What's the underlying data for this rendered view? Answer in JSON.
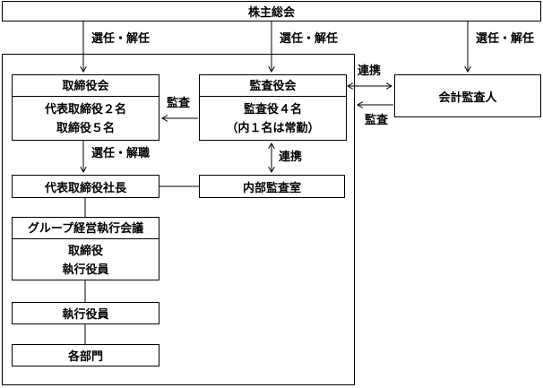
{
  "palette": {
    "line": "#000000",
    "text": "#000000",
    "background": "#ffffff"
  },
  "nodes": {
    "shareholders": {
      "label": "株主総会"
    },
    "board_of_directors": {
      "title": "取締役会",
      "line1": "代表取締役２名",
      "line2": "取締役５名"
    },
    "audit_board": {
      "title": "監査役会",
      "line1": "監査役４名",
      "line2": "（内１名は常勤）"
    },
    "accounting_auditor": {
      "label": "会計監査人"
    },
    "president": {
      "label": "代表取締役社長"
    },
    "internal_audit_office": {
      "label": "内部監査室"
    },
    "group_executive_meeting": {
      "title": "グループ経営執行会議",
      "line1": "取締役",
      "line2": "執行役員"
    },
    "executive_officers": {
      "label": "執行役員"
    },
    "departments": {
      "label": "各部門"
    }
  },
  "edge_labels": {
    "elect_dismiss_left": "選任・解任",
    "elect_dismiss_center": "選任・解任",
    "elect_dismiss_right": "選任・解任",
    "audit_left": "監査",
    "elect_remove": "選任・解職",
    "cooperation_vertical": "連携",
    "cooperation_horizontal": "連携",
    "audit_right": "監査"
  }
}
